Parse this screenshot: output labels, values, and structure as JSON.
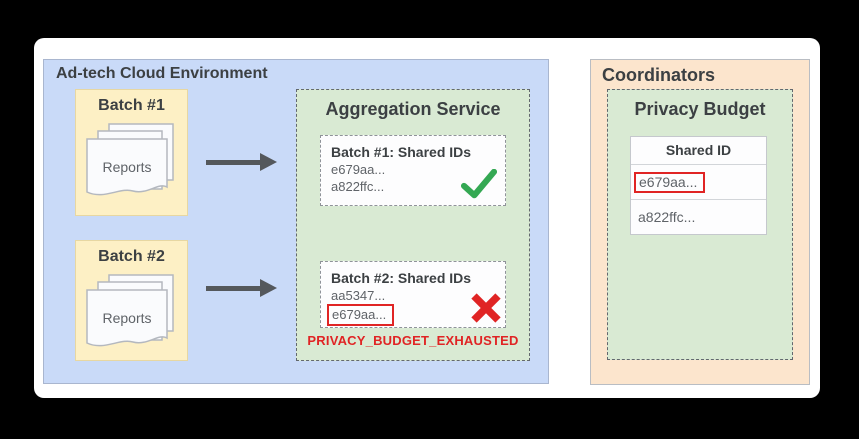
{
  "colors": {
    "env-blue": "#c9daf8",
    "batch-yellow": "#fdf0c5",
    "service-green": "#d9ead3",
    "coordinator-orange": "#fce5cd",
    "alert-red": "#e02424",
    "success-green": "#34a853",
    "arrow-gray": "#54585c",
    "title-gray": "#3c4043",
    "body-gray": "#5f6368"
  },
  "adtech_env": {
    "title": "Ad-tech Cloud Environment",
    "batches": [
      {
        "label": "Batch #1",
        "doc_label": "Reports"
      },
      {
        "label": "Batch #2",
        "doc_label": "Reports"
      }
    ],
    "aggregation_service": {
      "title": "Aggregation Service",
      "jobs": [
        {
          "title": "Batch #1: Shared IDs",
          "id_1": "e679aa...",
          "id_2": "a822ffc...",
          "status": "success"
        },
        {
          "title": "Batch #2: Shared IDs",
          "id_1": "aa5347...",
          "id_2": "e679aa...",
          "status": "error"
        }
      ],
      "error_message": "PRIVACY_BUDGET_EXHAUSTED"
    }
  },
  "coordinators": {
    "title": "Coordinators",
    "privacy_budget": {
      "title": "Privacy Budget",
      "table": {
        "header": "Shared ID",
        "rows": [
          {
            "id": "e679aa...",
            "highlighted": true
          },
          {
            "id": "a822ffc...",
            "highlighted": false
          }
        ]
      }
    }
  }
}
